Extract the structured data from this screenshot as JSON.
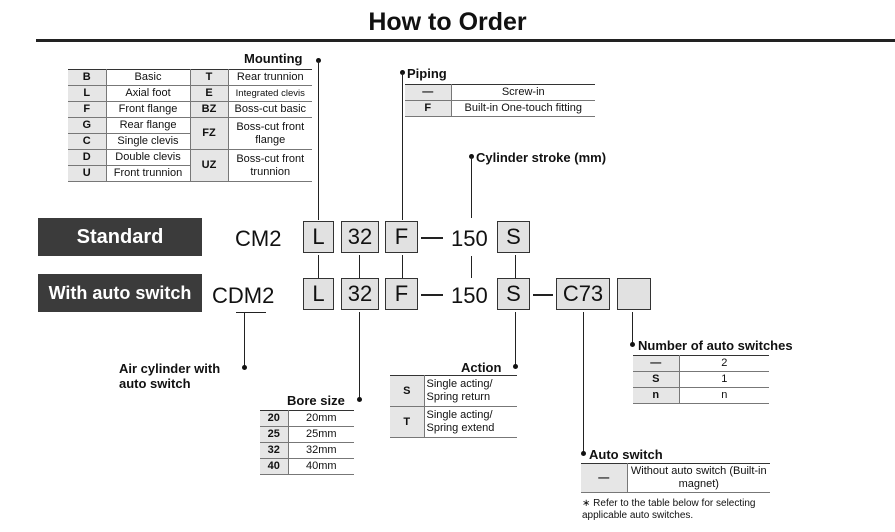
{
  "title": "How to Order",
  "bands": {
    "standard": "Standard",
    "with_switch": "With auto switch"
  },
  "codes": {
    "standard": {
      "prefix": "CM2",
      "mounting": "L",
      "bore": "32",
      "piping": "F",
      "stroke": "150",
      "action": "S"
    },
    "with_switch": {
      "prefix": "CDM2",
      "mounting": "L",
      "bore": "32",
      "piping": "F",
      "stroke": "150",
      "action": "S",
      "auto_switch": "C73",
      "switch_count": ""
    }
  },
  "mounting": {
    "label": "Mounting",
    "rows": [
      {
        "k1": "B",
        "v1": "Basic",
        "k2": "T",
        "v2": "Rear trunnion"
      },
      {
        "k1": "L",
        "v1": "Axial foot",
        "k2": "E",
        "v2": "Integrated clevis"
      },
      {
        "k1": "F",
        "v1": "Front flange",
        "k2": "BZ",
        "v2": "Boss-cut basic"
      },
      {
        "k1": "G",
        "v1": "Rear flange",
        "k2": "FZ",
        "v2": "Boss-cut front flange"
      },
      {
        "k1": "C",
        "v1": "Single clevis"
      },
      {
        "k1": "D",
        "v1": "Double clevis",
        "k2": "UZ",
        "v2": "Boss-cut front trunnion"
      },
      {
        "k1": "U",
        "v1": "Front trunnion"
      }
    ]
  },
  "piping": {
    "label": "Piping",
    "rows": [
      {
        "k": "—",
        "v": "Screw-in"
      },
      {
        "k": "F",
        "v": "Built-in One-touch fitting"
      }
    ]
  },
  "stroke": {
    "label": "Cylinder stroke (mm)"
  },
  "air_cylinder": {
    "label_line1": "Air cylinder with",
    "label_line2": "auto switch"
  },
  "bore": {
    "label": "Bore size",
    "rows": [
      {
        "k": "20",
        "v": "20mm"
      },
      {
        "k": "25",
        "v": "25mm"
      },
      {
        "k": "32",
        "v": "32mm"
      },
      {
        "k": "40",
        "v": "40mm"
      }
    ]
  },
  "action": {
    "label": "Action",
    "rows": [
      {
        "k": "S",
        "v": "Single acting/ Spring return"
      },
      {
        "k": "T",
        "v": "Single acting/ Spring extend"
      }
    ]
  },
  "switch_count": {
    "label": "Number of auto switches",
    "rows": [
      {
        "k": "—",
        "v": "2"
      },
      {
        "k": "S",
        "v": "1"
      },
      {
        "k": "n",
        "v": "n"
      }
    ]
  },
  "auto_switch": {
    "label": "Auto switch",
    "rows": [
      {
        "k": "—",
        "v": "Without auto switch (Built-in magnet)"
      }
    ],
    "note": "∗ Refer to the table below for selecting applicable auto switches."
  }
}
